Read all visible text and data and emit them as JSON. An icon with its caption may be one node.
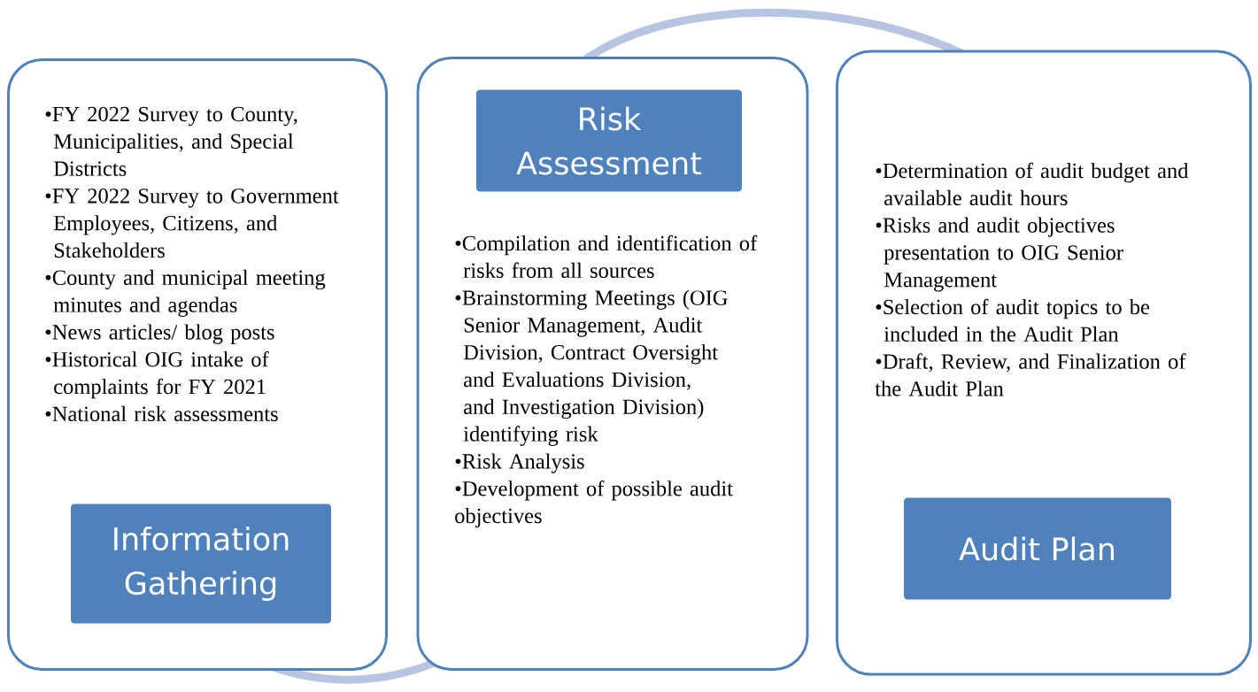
{
  "diagram": {
    "nodes": [
      {
        "text": [
          "•FY 2022 Survey to County, Municipalities, and Special Districts",
          "•FY 2022 Survey to Government Employees, Citizens, and Stakeholders",
          "•County and municipal meeting minutes and agendas",
          "•News articles/ blog posts",
          "•Historical OIG intake of complaints for FY 2021",
          "•National risk assessments"
        ]
      },
      {
        "text": [
          "Information Gathering"
        ],
        "in": 0
      },
      {
        "text": [
          "•Compilation and identification of risks from all sources",
          "•Brainstorming Meetings (OIG Senior Management, Audit Division, Contract Oversight and Evaluations Division, and Investigation Division) identifying risk",
          "•Risk Analysis",
          "•Development of possible audit objectives"
        ]
      },
      {
        "text": [
          "Risk Assessment"
        ],
        "in": 2
      },
      {
        "text": [
          "•Determination of audit budget and available audit hours",
          "•Risks and audit objectives presentation to OIG Senior Management",
          "•Selection of audit topics to be included in the Audit Plan",
          "•Draft, Review, and Finalization of the Audit Plan"
        ]
      },
      {
        "text": [
          "Audit Plan"
        ],
        "in": 4
      }
    ]
  }
}
